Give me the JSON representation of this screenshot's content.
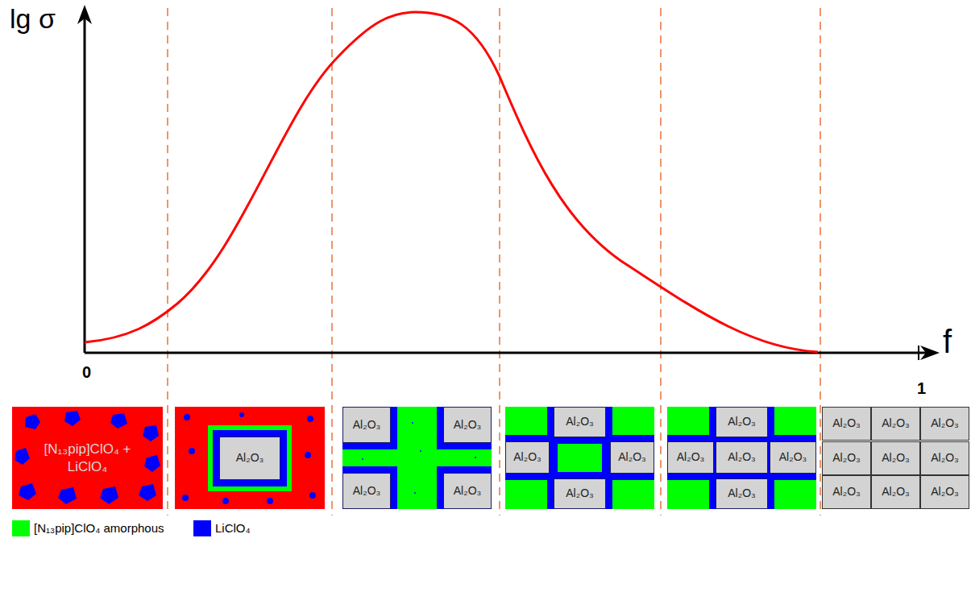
{
  "diagram": {
    "nodes": [
      {
        "text": [
          "[N₁₃pip]ClO₄ + LiClO₄"
        ]
      },
      {
        "text": [
          "Al₂O₃"
        ]
      },
      {
        "text": [
          "Al₂O₃"
        ]
      },
      {
        "text": [
          "Al₂O₃"
        ]
      },
      {
        "text": [
          "Al₂O₃"
        ]
      },
      {
        "text": [
          "Al₂O₃"
        ]
      },
      {
        "text": [
          "Al₂O₃"
        ]
      },
      {
        "text": [
          "Al₂O₃"
        ]
      },
      {
        "text": [
          "Al₂O₃"
        ]
      },
      {
        "text": [
          "Al₂O₃"
        ]
      },
      {
        "text": [
          "Al₂O₃"
        ]
      },
      {
        "text": [
          "Al₂O₃"
        ]
      },
      {
        "text": [
          "Al₂O₃"
        ]
      },
      {
        "text": [
          "Al₂O₃"
        ]
      },
      {
        "text": [
          "Al₂O₃"
        ]
      },
      {
        "text": [
          "Al₂O₃"
        ]
      },
      {
        "text": [
          "Al₂O₃"
        ]
      },
      {
        "text": [
          "Al₂O₃"
        ]
      },
      {
        "text": [
          "Al₂O₃"
        ]
      },
      {
        "text": [
          "Al₂O₃"
        ]
      },
      {
        "text": [
          "Al₂O₃"
        ]
      },
      {
        "text": [
          "Al₂O₃"
        ]
      },
      {
        "text": [
          "Al₂O₃"
        ]
      },
      {
        "text": [
          "Al₂O₃"
        ]
      }
    ],
    "labels": [
      "lg σ",
      "f",
      "0",
      "1"
    ],
    "legend": [
      {
        "text": "[N₁₃pip]ClO₄ amorphous",
        "color": "#00FF00"
      },
      {
        "text": "LiClO₄",
        "color": "#0000FF"
      }
    ]
  }
}
